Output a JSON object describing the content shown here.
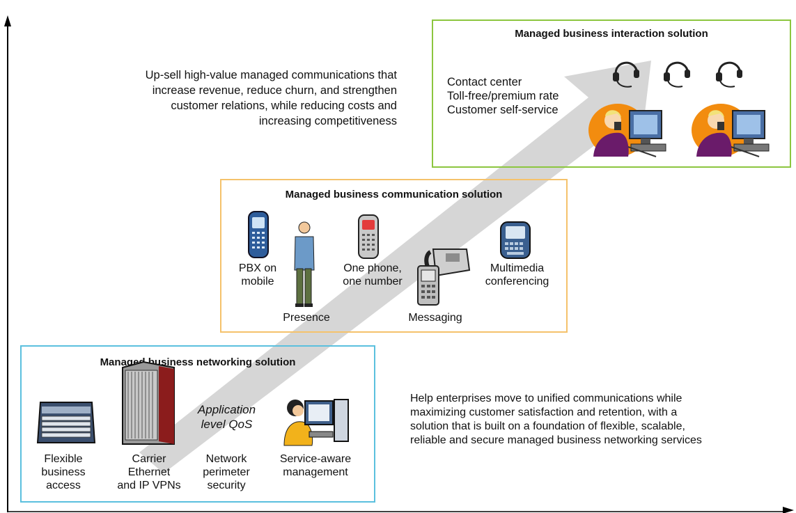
{
  "colors": {
    "networking_border": "#5bc0de",
    "communication_border": "#f5c26b",
    "interaction_border": "#8cc63f",
    "arrow_fill": "#d6d6d6",
    "headset": "#222222",
    "agent_bg": "#f28c0f",
    "agent_shirt": "#6a1b6a"
  },
  "top_left_text": "Up-sell high-value managed communications that\nincrease revenue, reduce churn, and strengthen\ncustomer relations, while reducing costs and\nincreasing competitiveness",
  "bottom_right_text": "Help enterprises move to unified communications while\nmaximizing customer satisfaction and retention, with a\nsolution that is built on a foundation of flexible, scalable,\nreliable and secure managed business networking services",
  "networking": {
    "title": "Managed business networking solution",
    "items": [
      {
        "label": "Flexible\nbusiness\naccess",
        "icon": "router-chassis-icon"
      },
      {
        "label": "Carrier\nEthernet\nand IP VPNs",
        "icon": "server-rack-icon"
      },
      {
        "label": "Network\nperimeter\nsecurity",
        "icon": ""
      },
      {
        "label": "Service-aware\nmanagement",
        "icon": "operator-workstation-icon"
      }
    ],
    "qos_label": "Application\nlevel QoS"
  },
  "communication": {
    "title": "Managed business communication solution",
    "items": [
      {
        "label": "PBX on\nmobile",
        "icon": "mobile-phone-icon"
      },
      {
        "label": "Presence",
        "icon": "person-icon"
      },
      {
        "label": "One phone,\none number",
        "icon": "mobile-phone-icon"
      },
      {
        "label": "Messaging",
        "icon": "desk-phone-pda-icon"
      },
      {
        "label": "Multimedia\nconferencing",
        "icon": "smartphone-icon"
      }
    ]
  },
  "interaction": {
    "title": "Managed business interaction solution",
    "services": "Contact center\nToll-free/premium rate\nCustomer self-service",
    "icons": [
      "headset-icon",
      "headset-icon",
      "headset-icon",
      "call-agent-icon",
      "call-agent-icon"
    ]
  }
}
